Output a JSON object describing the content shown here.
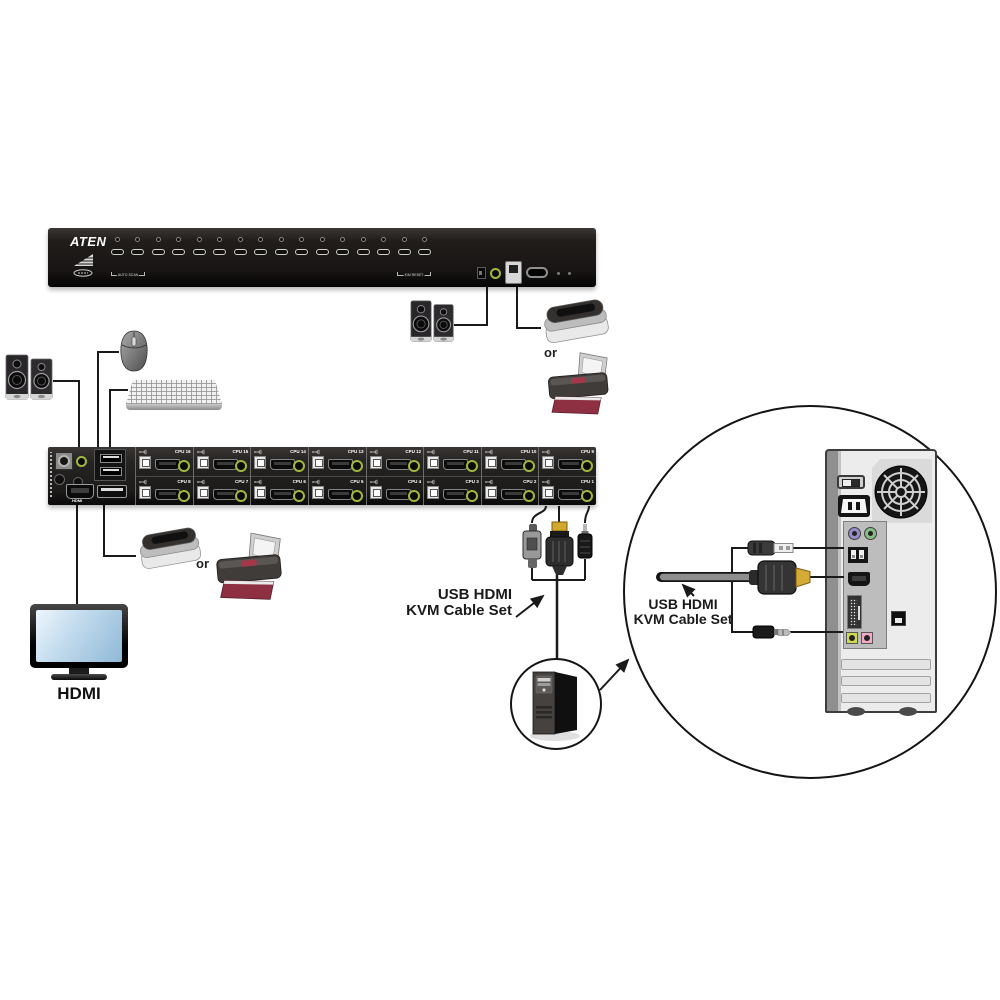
{
  "diagram": {
    "front_panel": {
      "brand": "ATEN",
      "auto_scan_label": "AUTO SCAN",
      "km_reset_label": "K/M RESET",
      "port_count": 16
    },
    "rear_panel": {
      "console_hdmi_label": "HDMI",
      "cpu_labels_top": [
        "CPU 16",
        "CPU 15",
        "CPU 14",
        "CPU 13",
        "CPU 12",
        "CPU 11",
        "CPU 10",
        "CPU 9"
      ],
      "cpu_labels_bottom": [
        "CPU 8",
        "CPU 7",
        "CPU 6",
        "CPU 5",
        "CPU 4",
        "CPU 3",
        "CPU 2",
        "CPU 1"
      ]
    },
    "labels": {
      "or_top": "or",
      "or_bottom": "or",
      "monitor": "HDMI"
    },
    "cable_set_label": {
      "line1": "USB HDMI",
      "line2": "KVM Cable Set"
    },
    "inset_cable_set_label": {
      "line1": "USB HDMI",
      "line2": "KVM Cable Set"
    }
  }
}
